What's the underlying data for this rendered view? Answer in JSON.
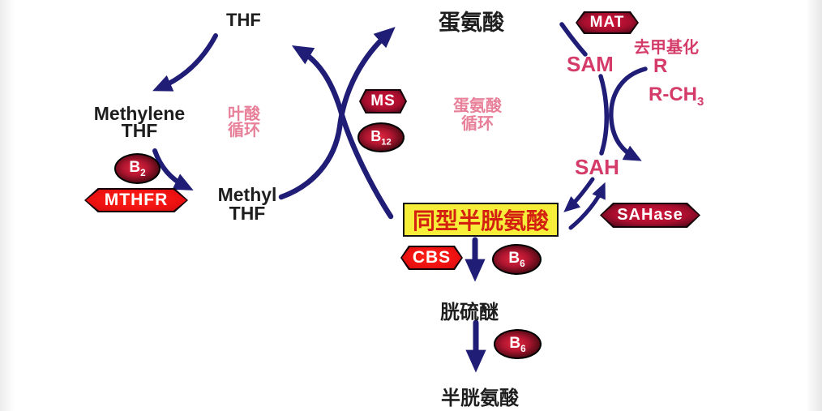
{
  "colors": {
    "arrow": "#201d76",
    "pink_strong": "#d43b68",
    "pink_soft": "#e8809a",
    "yellow_box_bg": "#f6ee39",
    "yellow_box_text": "#d32011",
    "red_badge": "#ee1111",
    "crimson_badge": "#a80e2e",
    "black_text": "#1e1e1e"
  },
  "folate": {
    "thf": "THF",
    "methylene": {
      "line1": "Methylene",
      "line2": "THF"
    },
    "methyl": {
      "line1": "Methyl",
      "line2": "THF"
    },
    "cycle": {
      "line1": "叶酸",
      "line2": "循环"
    },
    "b2": {
      "main": "B",
      "sub": "2"
    },
    "mthfr": "MTHFR"
  },
  "methionine": {
    "name": "蛋氨酸",
    "cycle": {
      "line1": "蛋氨酸",
      "line2": "循环"
    },
    "ms": "MS",
    "b12": {
      "main": "B",
      "sub": "12"
    },
    "mat": "MAT",
    "sam": "SAM",
    "demethylation": "去甲基化",
    "r": "R",
    "rch3": {
      "main": "R-CH",
      "sub": "3"
    },
    "sah": "SAH",
    "sahase": "SAHase"
  },
  "transsulfuration": {
    "homocysteine": "同型半胱氨酸",
    "cbs": "CBS",
    "b6_upper": {
      "main": "B",
      "sub": "6"
    },
    "cystathionine": "胱硫醚",
    "b6_lower": {
      "main": "B",
      "sub": "6"
    },
    "cysteine": "半胱氨酸"
  }
}
